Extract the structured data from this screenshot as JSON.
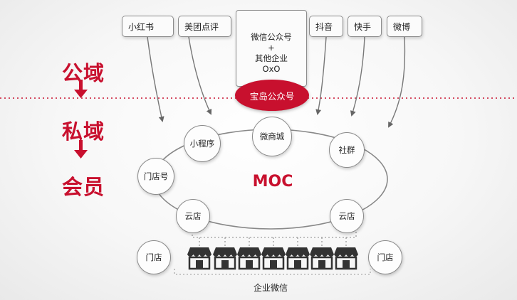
{
  "top_sources": {
    "xiaohongshu": "小红书",
    "meituan": "美团点评",
    "wechat_group_line1": "微信公众号",
    "wechat_group_plus": "+",
    "wechat_group_line2": "其他企业",
    "wechat_group_line3": "OxO",
    "douyin": "抖音",
    "kuaishou": "快手",
    "weibo": "微博"
  },
  "side_labels": {
    "public": "公域",
    "private": "私域",
    "member": "会员"
  },
  "hub": {
    "label": "宝岛公众号"
  },
  "ring_nodes": {
    "mall": "微商城",
    "mini_program": "小程序",
    "community": "社群",
    "store_code": "门店号",
    "cloud_store_left": "云店",
    "cloud_store_right": "云店"
  },
  "center": {
    "label": "MOC"
  },
  "bottom": {
    "store_left": "门店",
    "store_right": "门店",
    "enterprise_wechat": "企业微信"
  },
  "colors": {
    "accent_red": "#c8102e",
    "line_gray": "#8a8a8a"
  }
}
